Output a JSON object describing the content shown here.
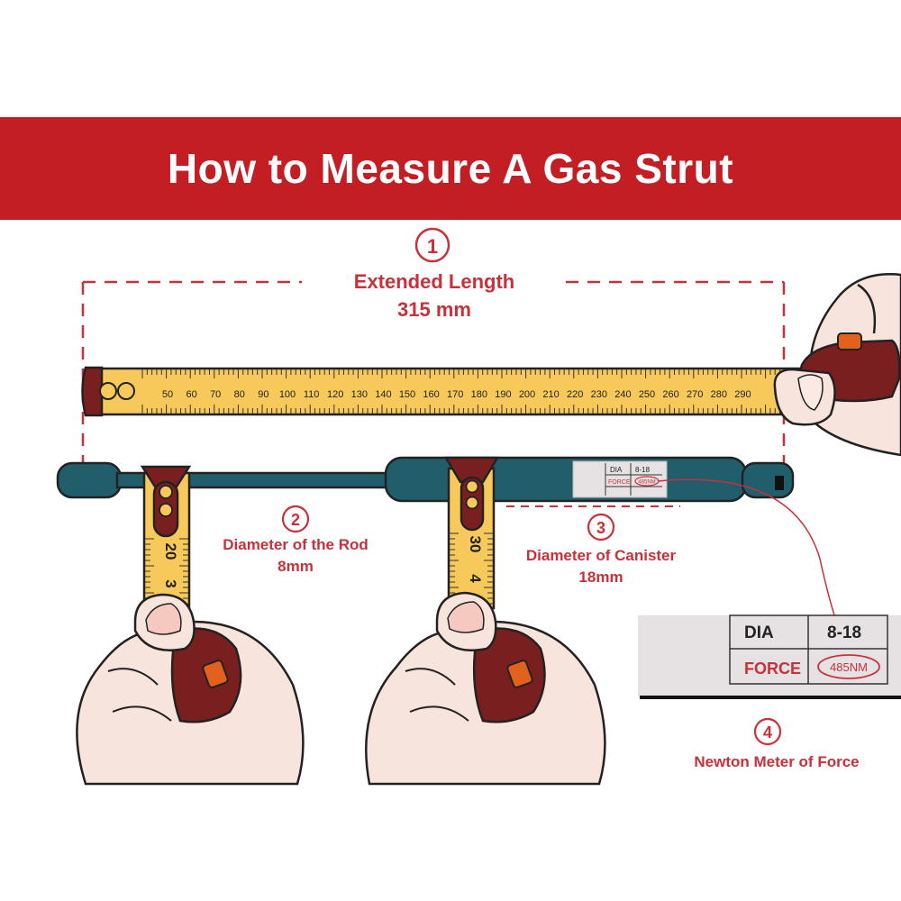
{
  "colors": {
    "brand_red": "#c41e25",
    "annotation_red": "#c8303a",
    "tape_yellow": "#f7c95a",
    "strut_teal": "#1f5e6a",
    "tape_case_brown": "#7a1f1f",
    "skin": "#f7e4dc",
    "table_bg": "#e6e1e3"
  },
  "header": {
    "title": "How to Measure A Gas Strut"
  },
  "steps": [
    {
      "number": "1",
      "title": "Extended Length",
      "value": "315 mm"
    },
    {
      "number": "2",
      "title": "Diameter of the Rod",
      "value": "8mm"
    },
    {
      "number": "3",
      "title": "Diameter of Canister",
      "value": "18mm"
    },
    {
      "number": "4",
      "title": "Newton Meter of Force"
    }
  ],
  "tape_horizontal": {
    "ticks": [
      "50",
      "60",
      "70",
      "80",
      "90",
      "100",
      "110",
      "120",
      "130",
      "140",
      "150",
      "160",
      "170",
      "180",
      "190",
      "200",
      "210",
      "220",
      "230",
      "240",
      "250",
      "260",
      "270",
      "280",
      "290"
    ]
  },
  "tape_rod": {
    "ticks": [
      "20",
      "3"
    ]
  },
  "tape_canister": {
    "ticks": [
      "30",
      "4"
    ]
  },
  "label_small": {
    "dia_label": "DIA",
    "dia_value": "8-18",
    "force_label": "FORCE",
    "force_value": "485NM"
  },
  "label_zoom": {
    "dia_label": "DIA",
    "dia_value": "8-18",
    "force_label": "FORCE",
    "force_value": "485NM"
  },
  "icons": [
    "tape-measure-icon",
    "hand-icon",
    "gas-strut-icon"
  ]
}
